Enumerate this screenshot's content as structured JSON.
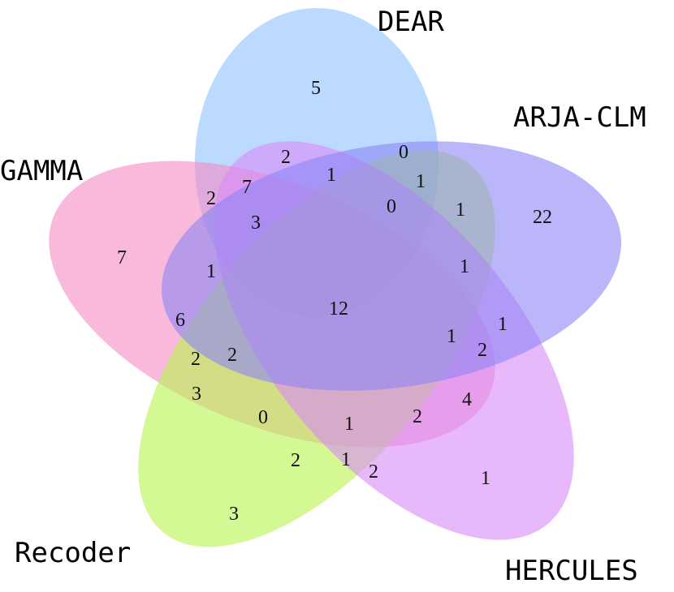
{
  "sets": [
    {
      "key": "dear",
      "label": "DEAR",
      "color": "#8fc1ff"
    },
    {
      "key": "arja",
      "label": "ARJA-CLM",
      "color": "#8c86f5"
    },
    {
      "key": "hercules",
      "label": "HERCULES",
      "color": "#d98bf7"
    },
    {
      "key": "recoder",
      "label": "Recoder",
      "color": "#b7f54c"
    },
    {
      "key": "gamma",
      "label": "GAMMA",
      "color": "#f58ac4"
    }
  ],
  "counts": {
    "c1": "5",
    "c2": "22",
    "c3": "1",
    "c4": "3",
    "c5": "7",
    "c6": "2",
    "c7": "0",
    "c8": "1",
    "c9": "1",
    "c10": "0",
    "c11": "1",
    "c12": "2",
    "c13": "7",
    "c14": "3",
    "c15": "1",
    "c16": "12",
    "c17": "1",
    "c18": "6",
    "c19": "1",
    "c20": "2",
    "c21": "2",
    "c22": "2",
    "c23": "4",
    "c24": "3",
    "c25": "0",
    "c26": "1",
    "c27": "2",
    "c28": "2",
    "c29": "1",
    "c30": "2",
    "c31": "1"
  }
}
